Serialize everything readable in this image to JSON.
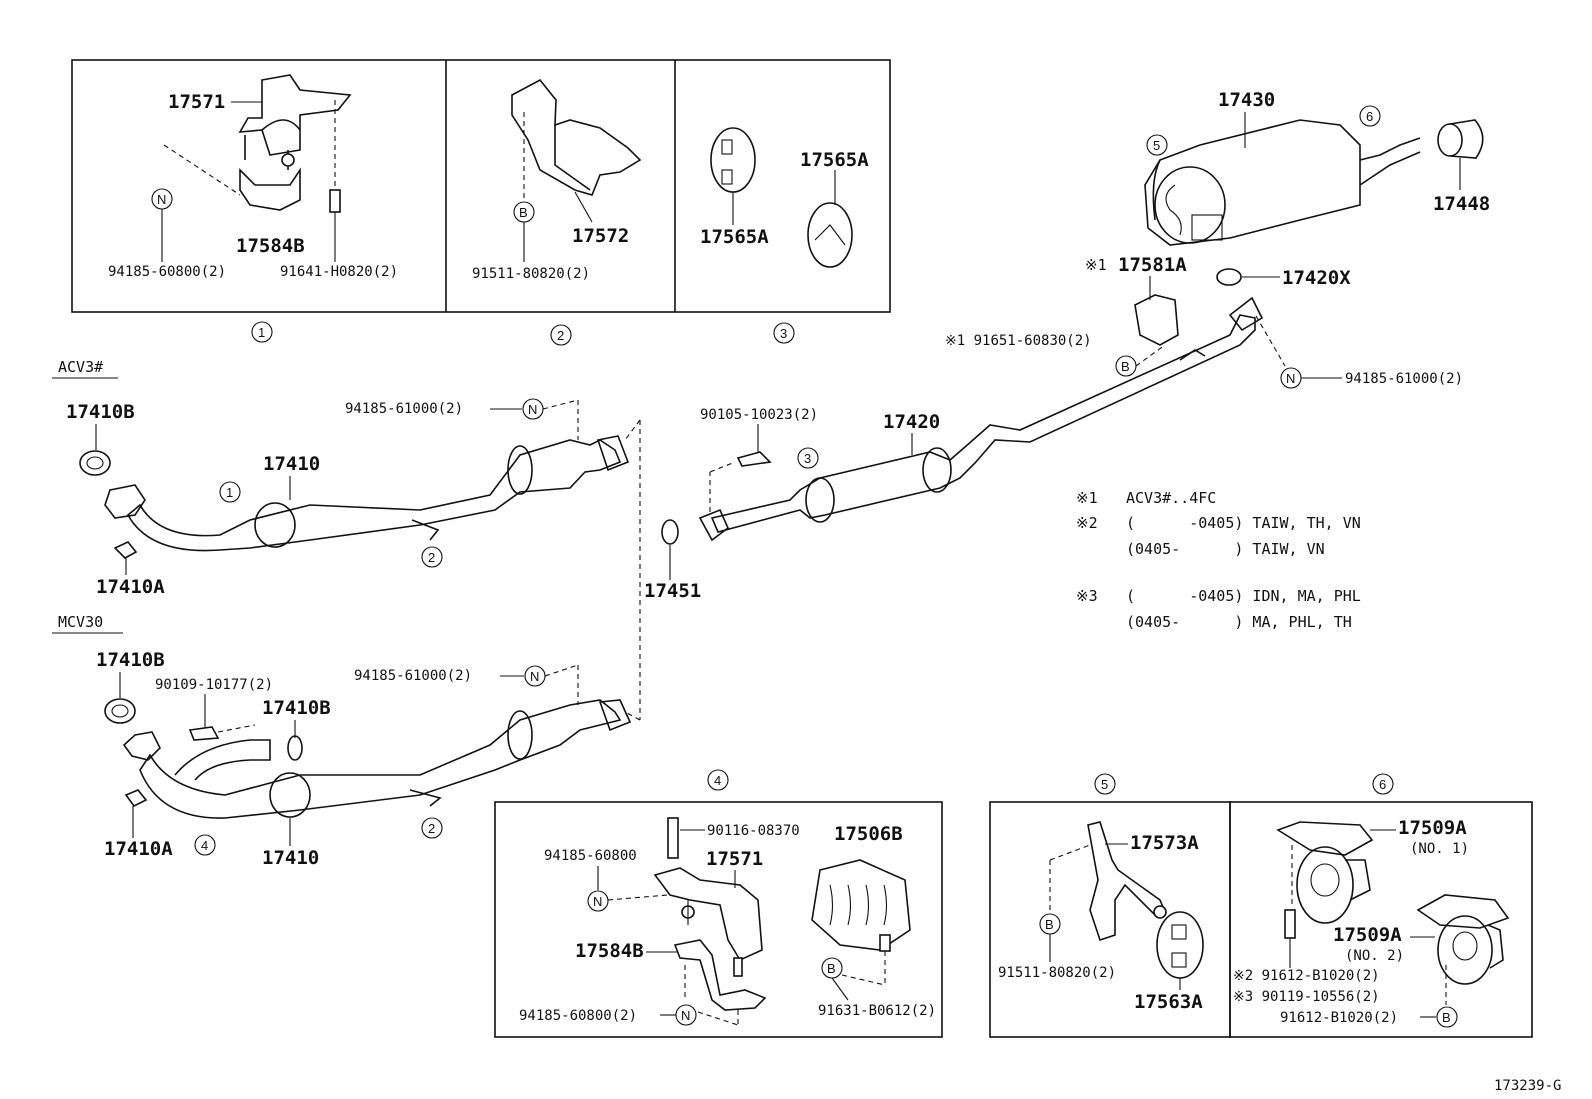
{
  "diagram_id": "173239-G",
  "models": {
    "acv": "ACV3#",
    "mcv": "MCV30"
  },
  "box1": {
    "index": "1",
    "p17571": "17571",
    "p17584b": "17584B",
    "bolt": "94185-60800(2)",
    "bolt2": "91641-H0820(2)",
    "letter": "N"
  },
  "box2": {
    "index": "2",
    "p17572": "17572",
    "bolt": "91511-80820(2)",
    "letter": "B"
  },
  "box3": {
    "index": "3",
    "a": "17565A",
    "b": "17565A"
  },
  "rear": {
    "p17430": "17430",
    "p17448": "17448",
    "c5": "5",
    "c6": "6",
    "mark1": "※1",
    "p17581a": "17581A",
    "p17420x": "17420X",
    "bolt_a": "※1 91651-60830(2)",
    "bolt_b": "94185-61000(2)",
    "letter_b": "B",
    "letter_n": "N",
    "p17420": "17420",
    "bolt_c": "90105-10023(2)",
    "c3": "3",
    "p17451": "17451"
  },
  "notes": [
    {
      "mark": "※1",
      "text": "ACV3#..4FC"
    },
    {
      "mark": "※2",
      "text": "(      -0405) TAIW, TH, VN"
    },
    {
      "mark": "",
      "text": "(0405-      ) TAIW, VN"
    },
    {
      "mark": "※3",
      "text": "(      -0405) IDN, MA, PHL"
    },
    {
      "mark": "",
      "text": "(0405-      ) MA, PHL, TH"
    }
  ],
  "acv": {
    "p17410b": "17410B",
    "p17410": "17410",
    "p17410a": "17410A",
    "bolt": "94185-61000(2)",
    "letter": "N",
    "c1": "1",
    "c2": "2"
  },
  "mcv": {
    "p17410b": "17410B",
    "p17410b2": "17410B",
    "bolt1": "90109-10177(2)",
    "bolt2": "94185-61000(2)",
    "p17410": "17410",
    "p17410a": "17410A",
    "c4": "4",
    "c2": "2",
    "letter": "N"
  },
  "box4": {
    "index": "4",
    "p90116": "90116-08370",
    "p94185": "94185-60800",
    "p17571": "17571",
    "p17506b": "17506B",
    "p17584b": "17584B",
    "bolt": "94185-60800(2)",
    "bolt2": "91631-B0612(2)",
    "letter_n": "N",
    "letter_b": "B"
  },
  "box5": {
    "index": "5",
    "p17573a": "17573A",
    "bolt": "91511-80820(2)",
    "p17563a": "17563A",
    "letter": "B"
  },
  "box6": {
    "index": "6",
    "p17509a": "17509A",
    "no1": "(NO. 1)",
    "p17509a2": "17509A",
    "no2": "(NO. 2)",
    "b1": "※2 91612-B1020(2)",
    "b2": "※3 90119-10556(2)",
    "b3": "91612-B1020(2)",
    "letter": "B"
  }
}
